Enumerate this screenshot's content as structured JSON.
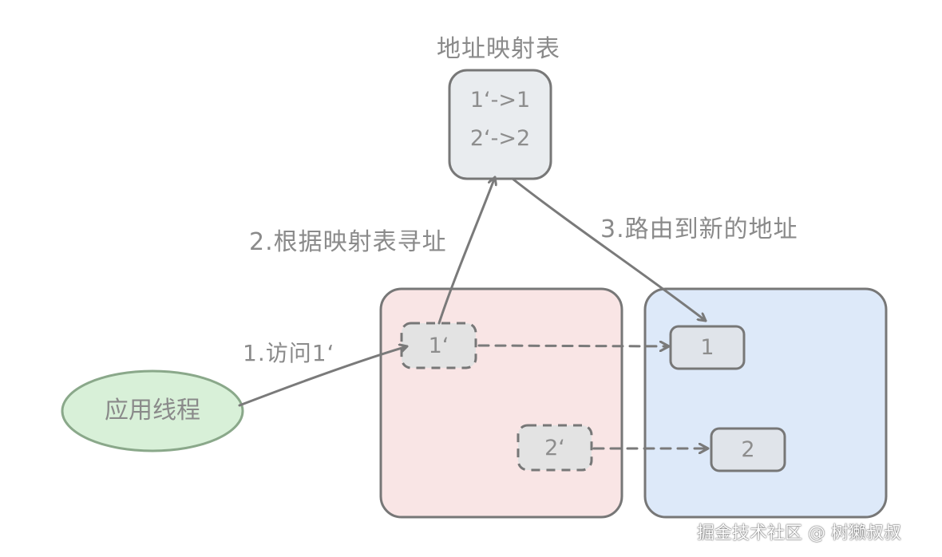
{
  "title": "地址映射表",
  "mapping_table": {
    "rows": [
      "1‘->1",
      "2‘->2"
    ]
  },
  "thread": {
    "label": "应用线程"
  },
  "steps": {
    "step1": "1.访问1‘",
    "step2": "2.根据映射表寻址",
    "step3": "3.路由到新的地址"
  },
  "old_region": {
    "slot1": "1‘",
    "slot2": "2‘"
  },
  "new_region": {
    "slot1": "1",
    "slot2": "2"
  },
  "watermark": "掘金技术社区 @ 树獭叔叔",
  "colors": {
    "stroke": "#777777",
    "mapping_fill": "#e9ecef",
    "old_region_fill": "#f9e5e5",
    "new_region_fill": "#dde9f9",
    "thread_fill": "#d8f0d8",
    "thread_stroke": "#8aa88a",
    "text": "#888888"
  }
}
